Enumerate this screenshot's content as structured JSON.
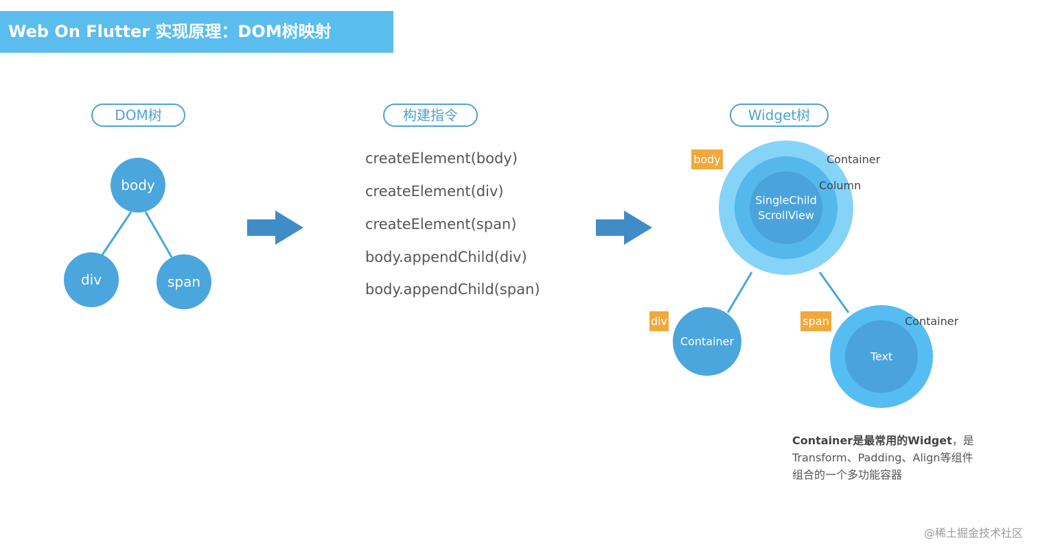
{
  "title": "Web On Flutter 实现原理：DOM树映射",
  "sections": {
    "dom": "DOM树",
    "commands": "构建指令",
    "widget": "Widget树"
  },
  "dom_tree": {
    "root": "body",
    "left_child": "div",
    "right_child": "span"
  },
  "commands": [
    "createElement(body)",
    "createElement(div)",
    "createElement(span)",
    "body.appendChild(div)",
    "body.appendChild(span)"
  ],
  "widget_tree": {
    "root": {
      "tag": "body",
      "outer": "Container",
      "middle": "Column",
      "inner_line1": "SingleChild",
      "inner_line2": "ScrollView"
    },
    "left": {
      "tag": "div",
      "inner": "Container"
    },
    "right": {
      "tag": "span",
      "outer": "Container",
      "inner": "Text"
    }
  },
  "note": {
    "bold": "Container是最常用的Widget",
    "rest": "，是Transform、Padding、Align等组件组合的一个多功能容器"
  },
  "watermark": "@稀土掘金技术社区",
  "colors": {
    "title_bg": "#5bbdee",
    "node": "#4aa6dc",
    "arrow": "#3f8cc6",
    "tag": "#f1a93c",
    "outer_ring": "#86d3f8",
    "middle_ring": "#55b8ec"
  }
}
